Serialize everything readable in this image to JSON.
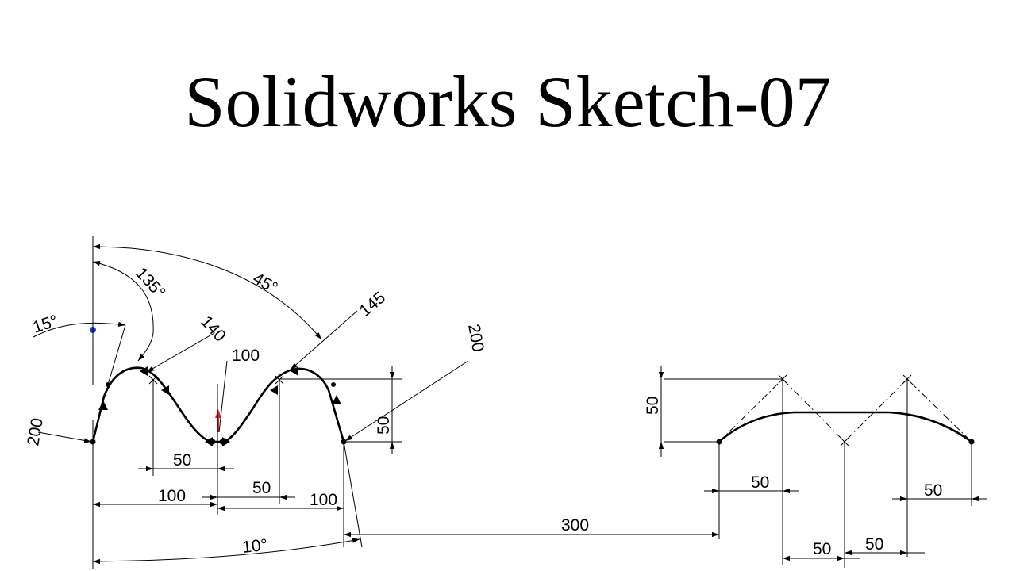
{
  "title": "Solidworks Sketch-07",
  "dimensions": {
    "angle_135": "135°",
    "angle_45": "45°",
    "angle_15": "15°",
    "angle_10": "10°",
    "radius_140": "140",
    "radius_145": "145",
    "radius_100": "100",
    "radius_200_left": "200",
    "radius_200_right": "200",
    "vert_50_left": "50",
    "vert_50_right": "50",
    "horiz_50_a": "50",
    "horiz_100_a": "100",
    "horiz_50_b": "50",
    "horiz_100_b": "100",
    "horiz_300": "300",
    "horiz_50_c": "50",
    "horiz_50_d": "50",
    "horiz_50_e": "50",
    "horiz_50_f": "50"
  },
  "colors": {
    "profile": "#000000",
    "origin_marker": "#1f3fd6",
    "origin_arrow": "#e02020"
  }
}
